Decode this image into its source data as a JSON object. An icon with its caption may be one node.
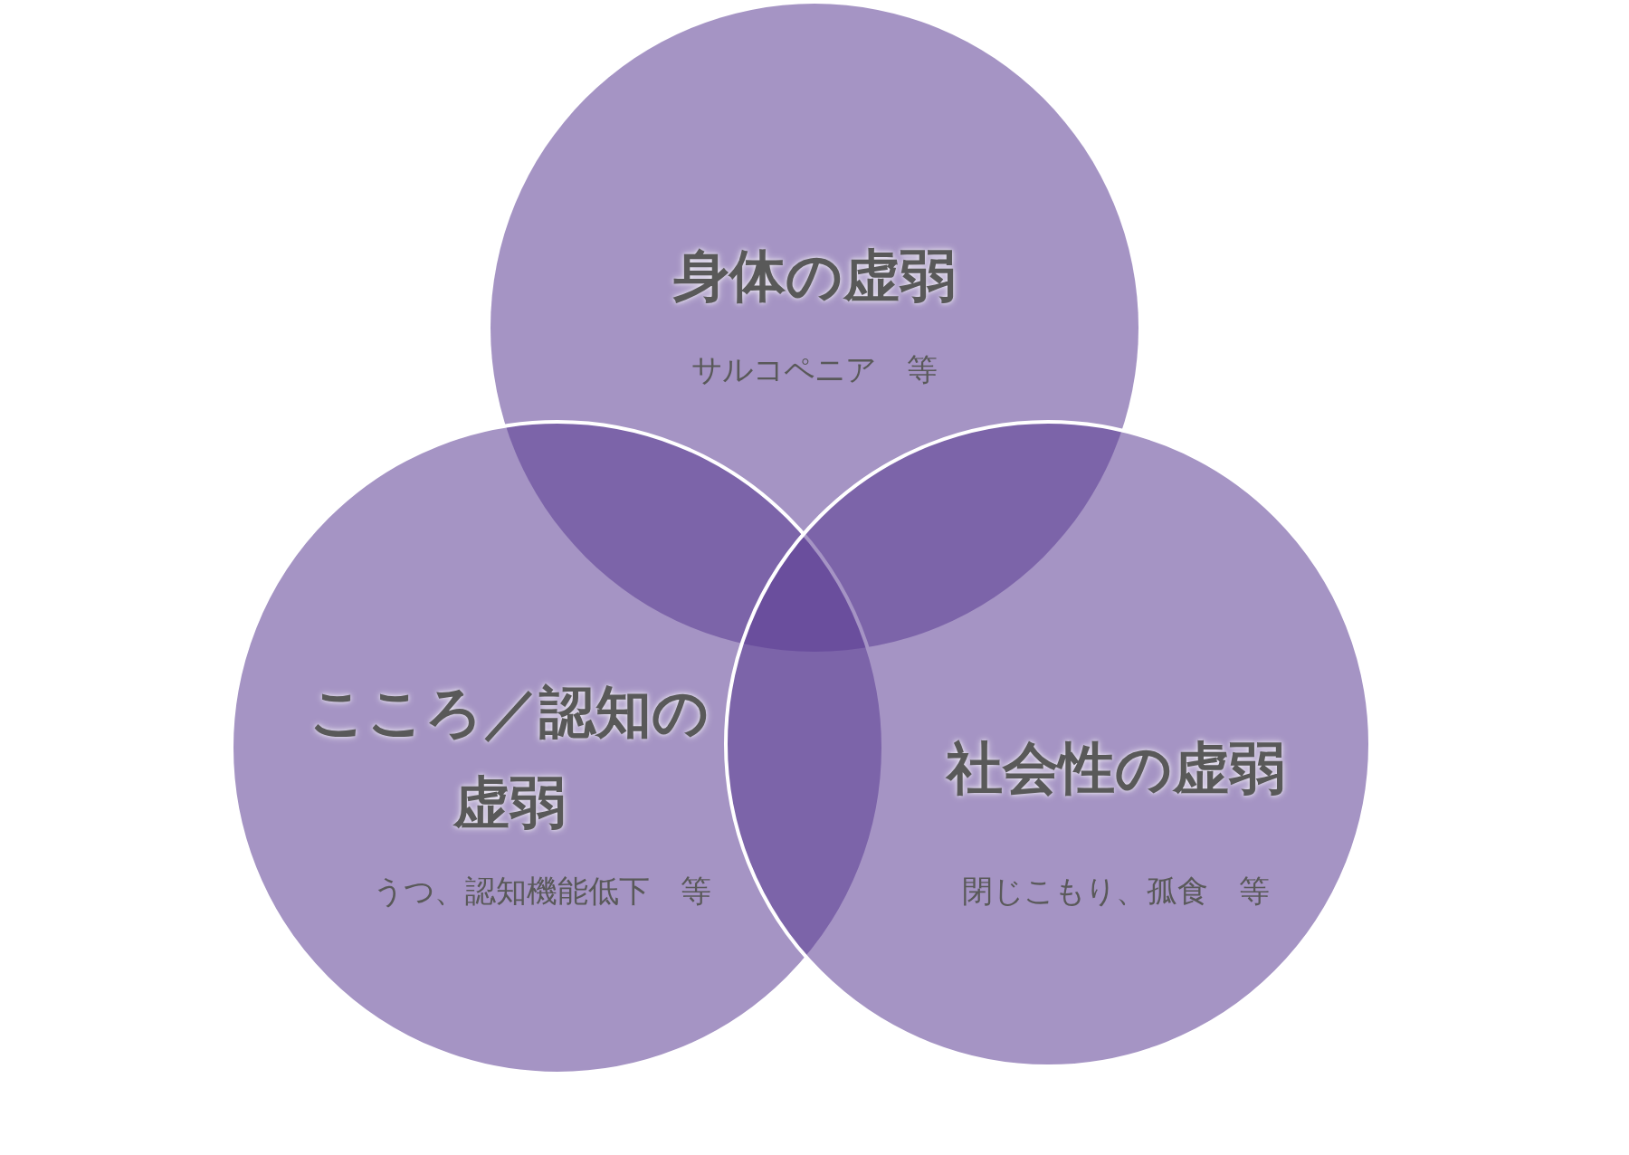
{
  "diagram": {
    "nodes": [
      {
        "text": [
          "身体の虚弱",
          "サルコペニア　等"
        ]
      },
      {
        "text": [
          "こころ／認知の虚弱",
          "うつ、認知機能低下　等"
        ]
      },
      {
        "text": [
          "社会性の虚弱",
          "閉じこもり、孤食　等"
        ]
      }
    ]
  }
}
